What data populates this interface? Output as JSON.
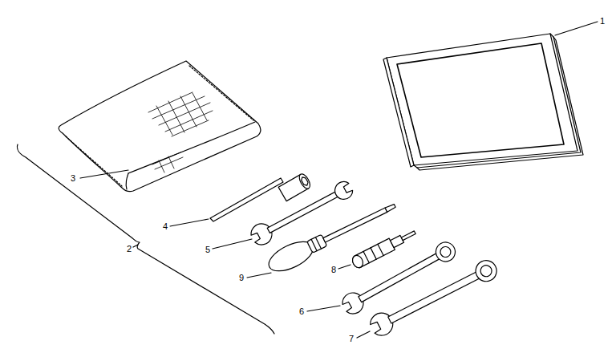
{
  "diagram": {
    "labels": [
      "1",
      "3",
      "4",
      "2",
      "5",
      "9",
      "8",
      "6",
      "7"
    ]
  }
}
